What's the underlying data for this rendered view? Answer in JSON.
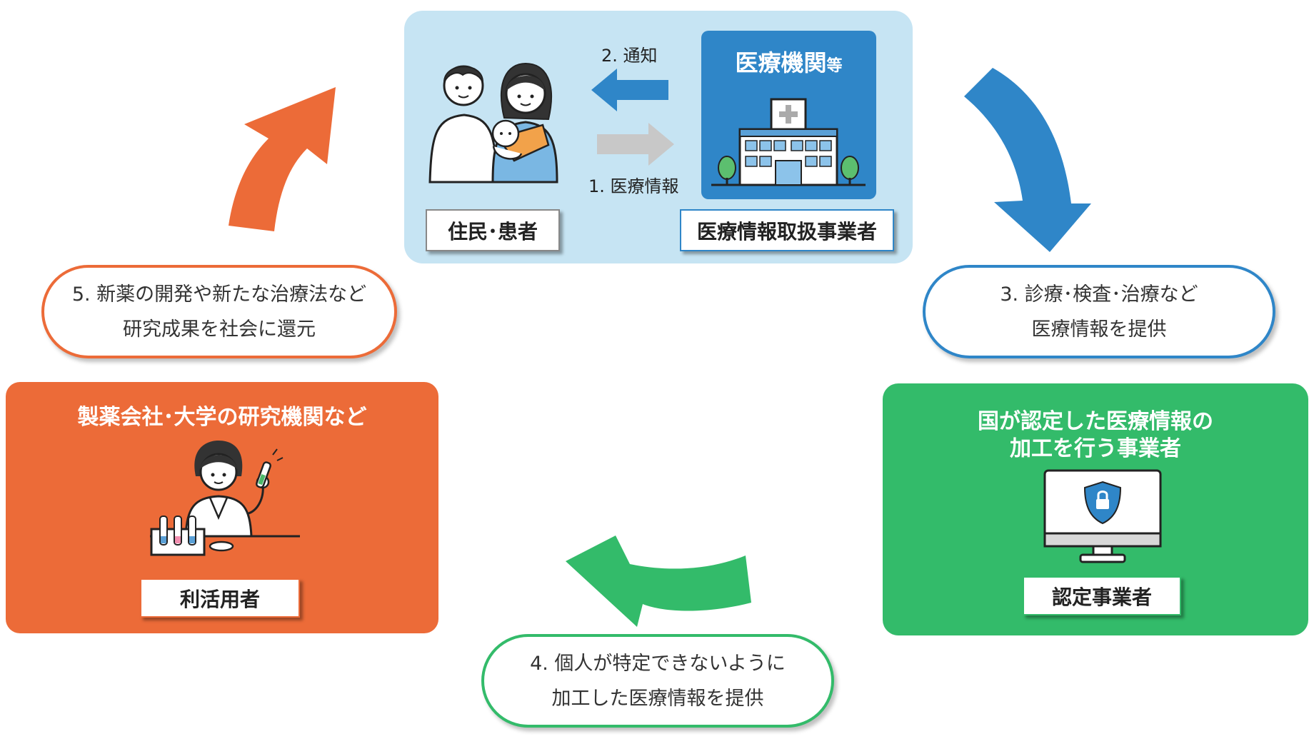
{
  "top_panel": {
    "notify_label": "2. 通知",
    "medical_info_label": "1. 医療情報",
    "resident_box": "住民･患者",
    "hospital_title": "医療機関",
    "hospital_title_suffix": "等",
    "handler_box": "医療情報取扱事業者"
  },
  "step3": {
    "line1": "3. 診療･検査･治療など",
    "line2": "医療情報を提供"
  },
  "certified_panel": {
    "title_line1": "国が認定した医療情報の",
    "title_line2": "加工を行う事業者",
    "box": "認定事業者"
  },
  "step4": {
    "line1": "4. 個人が特定できないように",
    "line2": "加工した医療情報を提供"
  },
  "research_panel": {
    "title": "製薬会社･大学の研究機関など",
    "box": "利活用者"
  },
  "step5": {
    "line1": "5. 新薬の開発や新たな治療法など",
    "line2": "研究成果を社会に還元"
  },
  "colors": {
    "light_blue_panel": "#c6e4f3",
    "hospital_blue": "#2f86c8",
    "arrow_blue": "#2f86c8",
    "green": "#33bb6a",
    "orange": "#ec6b38",
    "gray_arrow": "#c8c8c8"
  }
}
